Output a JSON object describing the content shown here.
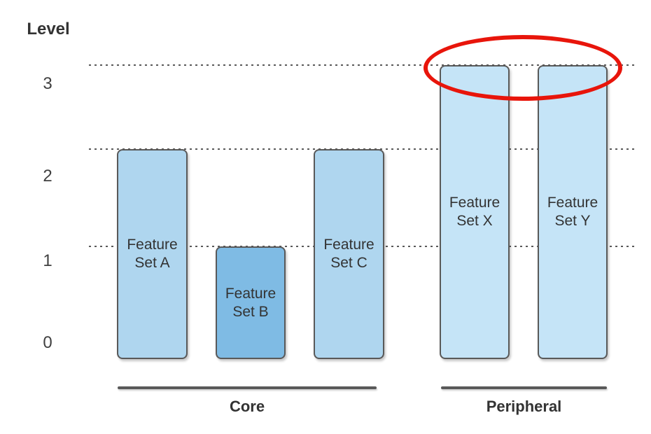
{
  "axis": {
    "title": "Level",
    "ticks": [
      "3",
      "2",
      "1",
      "0"
    ]
  },
  "bars": [
    {
      "name": "Feature Set A",
      "line1": "Feature",
      "line2": "Set A",
      "fill": "#AFD6EF",
      "group": "Core",
      "level": 2.25
    },
    {
      "name": "Feature Set B",
      "line1": "Feature",
      "line2": "Set B",
      "fill": "#7FBBE4",
      "group": "Core",
      "level": 1.1
    },
    {
      "name": "Feature Set C",
      "line1": "Feature",
      "line2": "Set C",
      "fill": "#AFD6EF",
      "group": "Core",
      "level": 2.25
    },
    {
      "name": "Feature Set X",
      "line1": "Feature",
      "line2": "Set X",
      "fill": "#C5E4F7",
      "group": "Peripheral",
      "level": 3.2
    },
    {
      "name": "Feature Set Y",
      "line1": "Feature",
      "line2": "Set Y",
      "fill": "#C5E4F7",
      "group": "Peripheral",
      "level": 3.2
    }
  ],
  "groups": [
    {
      "label": "Core"
    },
    {
      "label": "Peripheral"
    }
  ],
  "colors": {
    "bar_border": "#595959",
    "gridline": "#595959",
    "text": "#333333",
    "highlight_ellipse": "#E8150B",
    "core_bar_fill": "#AFD6EF",
    "emphasis_bar_fill": "#7FBBE4",
    "peripheral_bar_fill": "#C5E4F7"
  },
  "chart_data": {
    "type": "bar",
    "title": "",
    "ylabel": "Level",
    "xlabel": "",
    "categories": [
      "Feature Set A",
      "Feature Set B",
      "Feature Set C",
      "Feature Set X",
      "Feature Set Y"
    ],
    "values": [
      2.25,
      1.1,
      2.25,
      3.2,
      3.2
    ],
    "yticks": [
      0,
      1,
      2,
      3
    ],
    "ylim": [
      0,
      3.5
    ],
    "grid": "dotted horizontal lines aligned with bar tops at levels 1.1, 2.25 and 3.2",
    "legend": "none",
    "groups": [
      {
        "label": "Core",
        "categories": [
          "Feature Set A",
          "Feature Set B",
          "Feature Set C"
        ]
      },
      {
        "label": "Peripheral",
        "categories": [
          "Feature Set X",
          "Feature Set Y"
        ]
      }
    ],
    "annotations": [
      {
        "type": "ellipse",
        "color": "#E8150B",
        "note": "red ellipse circling the tops of the Feature Set X and Feature Set Y bars"
      }
    ]
  }
}
